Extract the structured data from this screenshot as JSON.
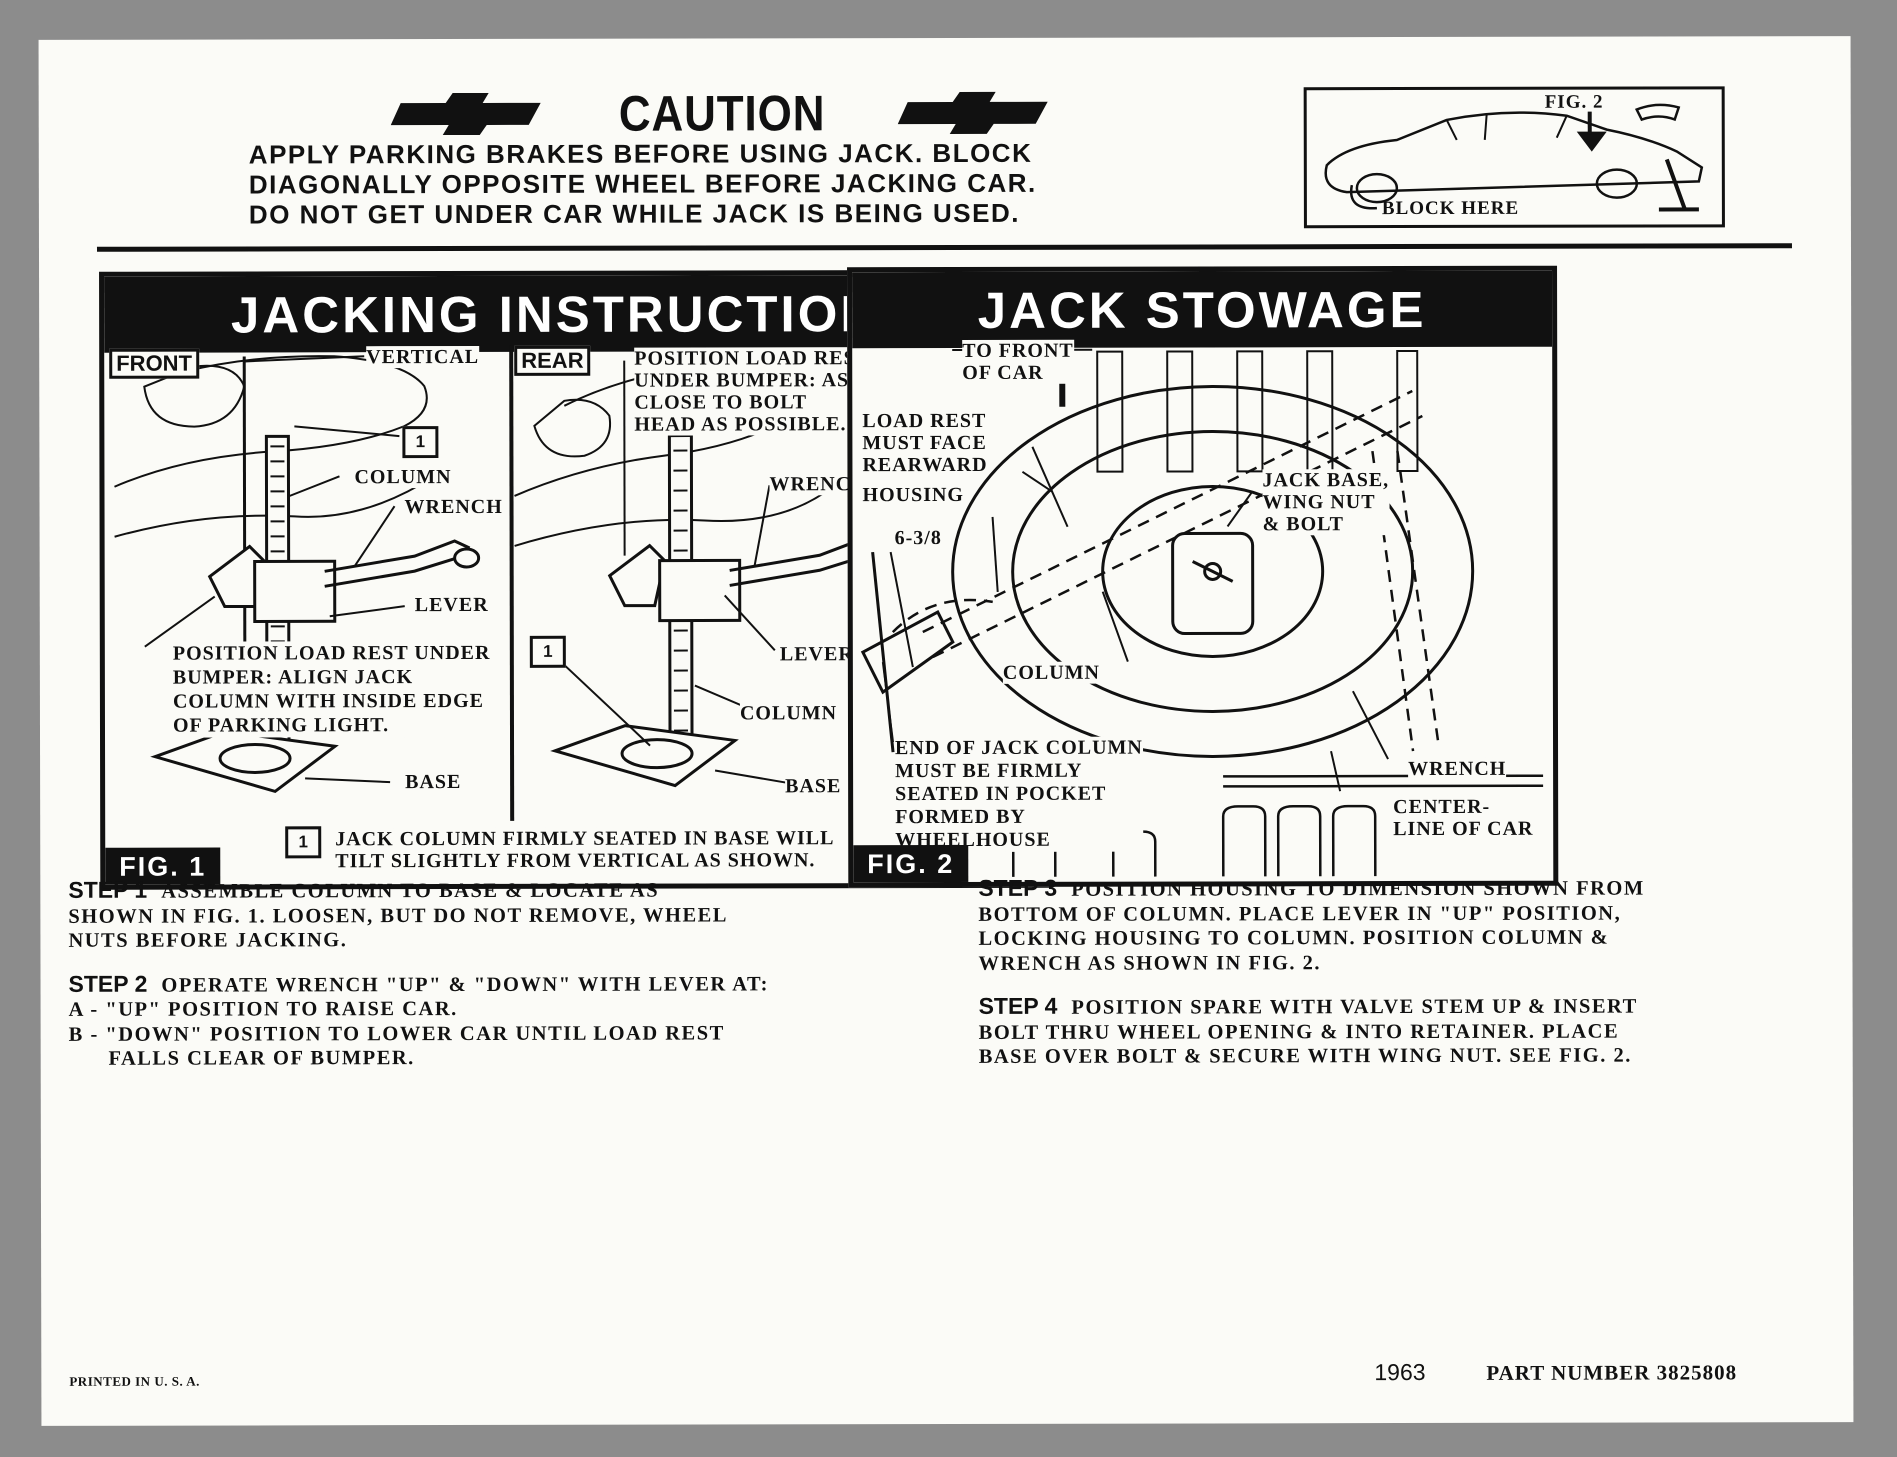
{
  "caution": {
    "title": "CAUTION",
    "lines": [
      "APPLY PARKING BRAKES BEFORE USING JACK. BLOCK",
      "DIAGONALLY OPPOSITE WHEEL BEFORE JACKING CAR.",
      "DO NOT GET UNDER CAR WHILE JACK IS BEING USED."
    ],
    "fig_ref": "FIG. 2",
    "block_label": "BLOCK HERE"
  },
  "jacking": {
    "title": "JACKING INSTRUCTIONS",
    "fig": "FIG. 1",
    "front": {
      "tag": "FRONT",
      "vertical": "VERTICAL",
      "column": "COLUMN",
      "wrench": "WRENCH",
      "lever": "LEVER",
      "note_lines": [
        "POSITION LOAD REST UNDER",
        "BUMPER:  ALIGN JACK",
        "COLUMN WITH INSIDE EDGE",
        "OF PARKING LIGHT."
      ],
      "base": "BASE",
      "marker": "1"
    },
    "rear": {
      "tag": "REAR",
      "note_lines": [
        "POSITION LOAD REST",
        "UNDER BUMPER: AS",
        "CLOSE TO BOLT",
        "HEAD AS POSSIBLE."
      ],
      "wrench": "WRENCH",
      "lever": "LEVER",
      "column": "COLUMN",
      "base": "BASE",
      "marker": "1"
    },
    "footnote": {
      "marker": "1",
      "lines": [
        "JACK COLUMN FIRMLY SEATED IN BASE WILL",
        "TILT SLIGHTLY FROM VERTICAL AS SHOWN."
      ]
    }
  },
  "stowage": {
    "title": "JACK STOWAGE",
    "fig": "FIG. 2",
    "to_front": [
      "TO FRONT",
      "OF CAR"
    ],
    "load_rest": [
      "LOAD REST",
      "MUST FACE",
      "REARWARD"
    ],
    "housing": "HOUSING",
    "dimension": "6-3/8",
    "jack_base": [
      "JACK BASE,",
      "WING NUT",
      "& BOLT"
    ],
    "column": "COLUMN",
    "end_of_column": [
      "END OF JACK COLUMN",
      "MUST BE FIRMLY",
      "SEATED IN POCKET",
      "FORMED BY",
      "WHEELHOUSE"
    ],
    "wrench": "WRENCH",
    "centerline": [
      "CENTER-",
      "LINE OF CAR"
    ]
  },
  "steps": {
    "step1": {
      "key": "STEP 1",
      "lines": [
        "ASSEMBLE COLUMN TO BASE & LOCATE AS",
        "SHOWN IN FIG. 1.  LOOSEN,  BUT DO NOT REMOVE, WHEEL",
        "NUTS BEFORE JACKING."
      ]
    },
    "step2": {
      "key": "STEP 2",
      "lines": [
        "OPERATE WRENCH \"UP\" & \"DOWN\" WITH LEVER AT:",
        "A - \"UP\" POSITION TO RAISE CAR.",
        "B - \"DOWN\" POSITION TO LOWER CAR UNTIL LOAD REST",
        "      FALLS CLEAR OF BUMPER."
      ]
    },
    "step3": {
      "key": "STEP 3",
      "lines": [
        "POSITION HOUSING TO DIMENSION SHOWN FROM",
        "BOTTOM OF COLUMN.  PLACE LEVER IN \"UP\" POSITION,",
        "LOCKING HOUSING TO COLUMN.   POSITION COLUMN &",
        "WRENCH AS SHOWN IN FIG. 2."
      ]
    },
    "step4": {
      "key": "STEP 4",
      "lines": [
        "POSITION SPARE WITH VALVE STEM UP & INSERT",
        "BOLT THRU WHEEL OPENING & INTO RETAINER.  PLACE",
        "BASE OVER BOLT & SECURE WITH WING NUT.  SEE FIG. 2."
      ]
    }
  },
  "footer": {
    "printed": "PRINTED IN U. S. A.",
    "year": "1963",
    "part_number": "PART NUMBER 3825808"
  }
}
